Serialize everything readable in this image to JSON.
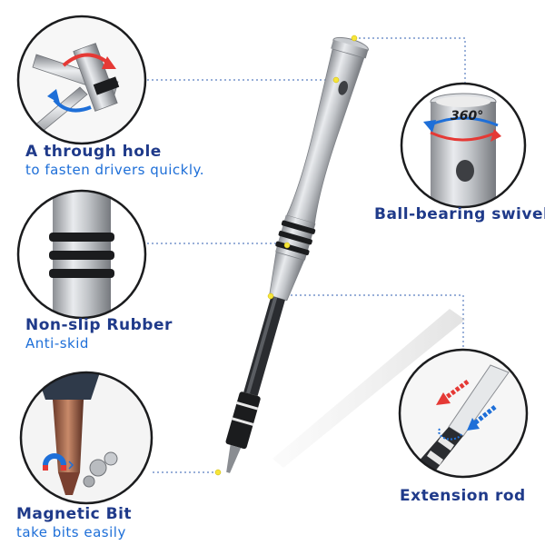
{
  "features": {
    "through_hole": {
      "title": "A through hole",
      "subtitle": "to fasten drivers quickly."
    },
    "ball_bearing": {
      "title": "Ball-bearing swivel",
      "degree": "360°"
    },
    "non_slip": {
      "title": "Non-slip Rubber",
      "subtitle": "Anti-skid"
    },
    "magnetic": {
      "title": "Magnetic Bit",
      "subtitle": "take bits easily"
    },
    "extension": {
      "title": "Extension rod"
    }
  },
  "colors": {
    "title_blue": "#1f3a8a",
    "subtitle_blue": "#1e6fd8",
    "leader_line": "#5a7fc0",
    "marker_yellow": "#f6e53a",
    "arrow_red": "#e53935",
    "arrow_blue": "#1e6fd8"
  }
}
